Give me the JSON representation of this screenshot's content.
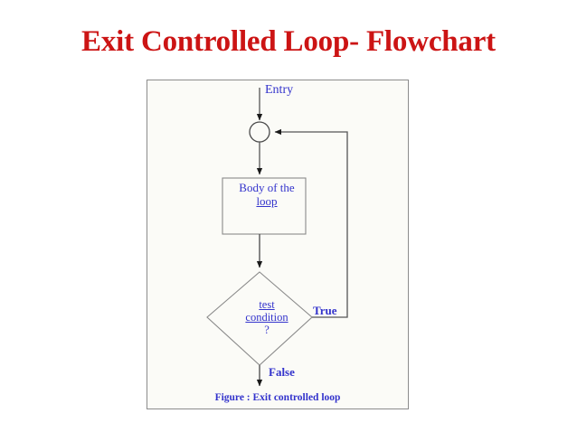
{
  "slide": {
    "title": "Exit Controlled Loop- Flowchart",
    "title_color": "#cc1414",
    "background_color": "#ffffff"
  },
  "figure": {
    "frame_background": "#fbfbf7",
    "frame_border_color": "#8c8c8c",
    "text_color": "#3333cc",
    "stroke_color": "#7a7a7a",
    "arrow_color": "#1a1a1a",
    "caption": "Figure : Exit controlled loop",
    "nodes": {
      "entry_label": "Entry",
      "connector": "",
      "process_line1": "Body of the",
      "process_line2": "loop",
      "decision_line1": "test",
      "decision_line2": "condition",
      "decision_line3": "?",
      "branch_true": "True",
      "branch_false": "False"
    }
  }
}
